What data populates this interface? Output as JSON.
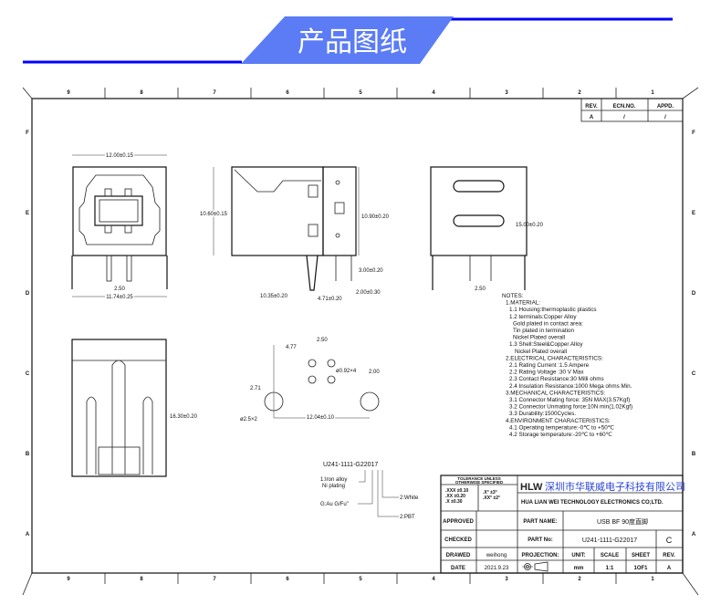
{
  "banner": {
    "title": "产品图纸",
    "accent": "#0000ff",
    "banner_color": "#5b7cf5"
  },
  "frame": {
    "columns": [
      "9",
      "8",
      "7",
      "6",
      "5",
      "4",
      "3",
      "2",
      "1"
    ],
    "rows": [
      "F",
      "E",
      "D",
      "C",
      "B",
      "A"
    ]
  },
  "revision_table": {
    "headers": [
      "REV.",
      "ECN.NO.",
      "APPD."
    ],
    "values": [
      "A",
      "/",
      "/"
    ]
  },
  "dimensions": {
    "front_width": "12.00±0.15",
    "front_pin_pitch": "2.50",
    "front_bottom_width": "11.74±0.25",
    "side_height_left": "10.60±0.15",
    "side_height_right": "10.90±0.20",
    "side_pin_len": "3.00±0.20",
    "side_pin_offset": "2.00±0.30",
    "side_length": "10.35±0.20",
    "side_pin_pos": "4.71±0.20",
    "rear_height": "15.00±0.20",
    "rear_pin_pitch": "2.50",
    "bottom_height": "16.30±0.20",
    "pcb_offset_x": "4.77",
    "pcb_pitch": "2.50",
    "pcb_hole": "ø0.92×4",
    "pcb_row_gap": "2.00",
    "pcb_offset_y": "2.71",
    "pcb_big_hole": "ø2.5×2",
    "pcb_span": "12.04±0.10"
  },
  "part_code": {
    "code": "U241-1111-G22017",
    "callouts": [
      "1:Iron alloy",
      "Ni plating",
      "G:Au G/Fu\"",
      "2:White",
      "2:PBT"
    ]
  },
  "notes": [
    "NOTES:",
    "1.MATERIAL:",
    "1.1 Housing:thermoplastic plastics",
    "1.2 terminals:Copper Alloy",
    "Gold plated in contact area:",
    "Tin plated in termination",
    "Nickel Plated overall",
    "1.3 Shell:Steel&Copper Alloy",
    "Nickel Plated overall",
    "2.ELECTRICAL CHARACTERISTICS:",
    "2.1 Rating Current :1.5 Ampere",
    "2.2 Rating Voltage :30 V Max",
    "2.3 Contact Resistance:30 Milli ohms",
    "2.4 Insulation Resistance:1000 Mega ohms Min.",
    "3.MECHANICAL CHARACTERISTICS:",
    "3.1 Connector Mating force: 35N MAX(3.57Kgf)",
    "3.2 Connector Unmating force:10N min(1.02Kgf)",
    "3.3 Durability:1500Cycles.",
    "4.ENVIRONMENT CHARACTERISTICS:",
    "4.1 Operating temperature:-0℃ to +50℃",
    "4.2 Storage temperature:-20℃ to +60℃"
  ],
  "title_block": {
    "tolerance_header": [
      "TOLERANCE UNLESS",
      "OTHERWISE SPECIFIED"
    ],
    "tolerance_left": [
      ".XXX ±0.10",
      ".XX ±0.20",
      ".X ±0.30"
    ],
    "tolerance_right": [
      ".X° ±3°",
      ".XX° ±2°"
    ],
    "logo": "HLW",
    "company_cn": "深圳市华联威电子科技有限公司",
    "company_en": "HUA LIAN WEI TECHNOLOGY ELECTRONICS CO;LTD.",
    "approved_label": "APPROVED",
    "checked_label": "CHECKED",
    "drawed_label": "DRAWED",
    "drawed_value": "weihong",
    "date_label": "DATE",
    "date_value": "2021.9.23",
    "part_name_label": "PART NAME:",
    "part_name_value": "USB BF 90度直脚",
    "part_no_label": "PART No:",
    "part_no_value": "U241-1111-G22017",
    "part_rev": "C",
    "projection_label": "PROJECTION:",
    "unit_label": "UNIT:",
    "unit_value": "mm",
    "scale_label": "SCALE",
    "scale_value": "1:1",
    "sheet_label": "SHEET",
    "sheet_value": "1OF1",
    "rev_label": "REV.",
    "rev_value": "A"
  }
}
